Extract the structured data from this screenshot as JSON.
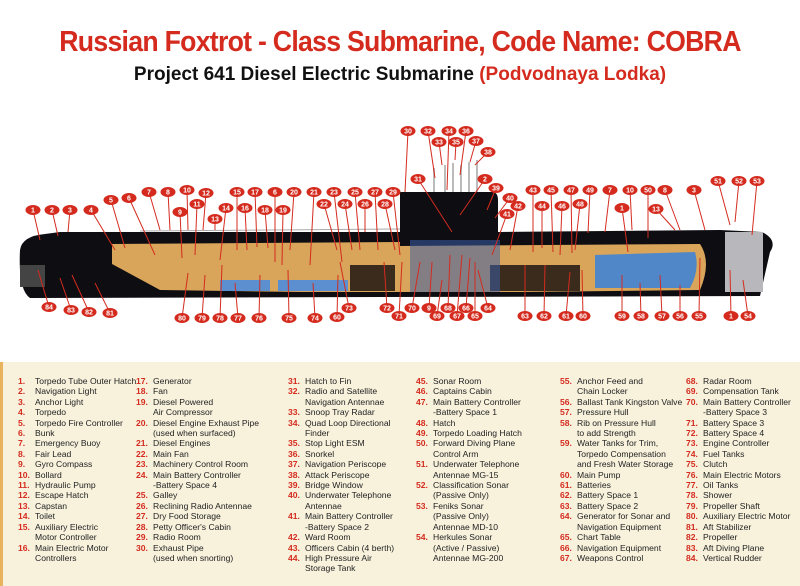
{
  "title": "Russian Foxtrot - Class Submarine, Code Name: COBRA",
  "subtitle": {
    "main": "Project 641 Diesel Electric Submarine",
    "accent": "(Podvodnaya Lodka)"
  },
  "colors": {
    "title": "#d42b1e",
    "callout": "#d42b1e",
    "hull": "#0d0d12",
    "interior": "#d9a55a",
    "water_tanks": "#5b8fd0",
    "legend_bg": "#f8f2dd"
  },
  "callouts_top": [
    "1",
    "2",
    "3",
    "4",
    "5",
    "6",
    "7",
    "8",
    "9",
    "10",
    "11",
    "12",
    "13",
    "14",
    "15",
    "16",
    "17",
    "18",
    "6",
    "19",
    "20",
    "21",
    "22",
    "23",
    "24",
    "25",
    "26",
    "27",
    "28",
    "29",
    "30",
    "32",
    "34",
    "36",
    "33",
    "35",
    "37",
    "38",
    "31",
    "2",
    "39",
    "40",
    "41",
    "42",
    "43",
    "44",
    "45",
    "46",
    "47",
    "48",
    "49",
    "7",
    "1",
    "10",
    "50",
    "13",
    "8",
    "3",
    "51",
    "52",
    "53"
  ],
  "callouts_bottom": [
    "84",
    "83",
    "82",
    "81",
    "80",
    "79",
    "78",
    "77",
    "76",
    "75",
    "74",
    "60",
    "73",
    "72",
    "71",
    "70",
    "9",
    "69",
    "68",
    "67",
    "66",
    "65",
    "64",
    "63",
    "62",
    "61",
    "60",
    "59",
    "58",
    "57",
    "56",
    "55",
    "1",
    "54"
  ],
  "legend": [
    [
      {
        "n": "1.",
        "t": "Torpedo Tube Outer Hatch"
      },
      {
        "n": "2.",
        "t": "Navigation Light"
      },
      {
        "n": "3.",
        "t": "Anchor Light"
      },
      {
        "n": "4.",
        "t": "Torpedo"
      },
      {
        "n": "5.",
        "t": "Torpedo Fire Controller"
      },
      {
        "n": "6.",
        "t": "Bunk"
      },
      {
        "n": "7.",
        "t": "Emergency Buoy"
      },
      {
        "n": "8.",
        "t": "Fair Lead"
      },
      {
        "n": "9.",
        "t": "Gyro Compass"
      },
      {
        "n": "10.",
        "t": "Bollard"
      },
      {
        "n": "11.",
        "t": "Hydraulic Pump"
      },
      {
        "n": "12.",
        "t": "Escape Hatch"
      },
      {
        "n": "13.",
        "t": "Capstan"
      },
      {
        "n": "14.",
        "t": "Toilet"
      },
      {
        "n": "15.",
        "t": "Auxiliary Electric\nMotor Controller"
      },
      {
        "n": "16.",
        "t": "Main Electric Motor\nControllers"
      }
    ],
    [
      {
        "n": "17.",
        "t": "Generator"
      },
      {
        "n": "18.",
        "t": "Fan"
      },
      {
        "n": "19.",
        "t": "Diesel Powered\nAir Compressor"
      },
      {
        "n": "20.",
        "t": "Diesel Engine Exhaust Pipe\n(used when surfaced)"
      },
      {
        "n": "21.",
        "t": "Diesel Engines"
      },
      {
        "n": "22.",
        "t": "Main Fan"
      },
      {
        "n": "23.",
        "t": "Machinery Control Room"
      },
      {
        "n": "24.",
        "t": "Main Battery Controller\n-Battery Space 4"
      },
      {
        "n": "25.",
        "t": "Galley"
      },
      {
        "n": "26.",
        "t": "Reclining Radio Antennae"
      },
      {
        "n": "27.",
        "t": "Dry Food Storage"
      },
      {
        "n": "28.",
        "t": "Petty Officer's Cabin"
      },
      {
        "n": "29.",
        "t": "Radio Room"
      },
      {
        "n": "30.",
        "t": "Exhaust Pipe\n(used when snorting)"
      }
    ],
    [
      {
        "n": "31.",
        "t": "Hatch to Fin"
      },
      {
        "n": "32.",
        "t": "Radio and Satellite\nNavigation Antennae"
      },
      {
        "n": "33.",
        "t": "Snoop Tray Radar"
      },
      {
        "n": "34.",
        "t": "Quad Loop Directional\nFinder"
      },
      {
        "n": "35.",
        "t": "Stop Light ESM"
      },
      {
        "n": "36.",
        "t": "Snorkel"
      },
      {
        "n": "37.",
        "t": "Navigation Periscope"
      },
      {
        "n": "38.",
        "t": "Attack Periscope"
      },
      {
        "n": "39.",
        "t": "Bridge Window"
      },
      {
        "n": "40.",
        "t": "Underwater Telephone\nAntennae"
      },
      {
        "n": "41.",
        "t": "Main Battery Controller\n-Battery Space 2"
      },
      {
        "n": "42.",
        "t": "Ward Room"
      },
      {
        "n": "43.",
        "t": "Officers Cabin (4 berth)"
      },
      {
        "n": "44.",
        "t": "High Pressure Air\nStorage Tank"
      }
    ],
    [
      {
        "n": "45.",
        "t": "Sonar Room"
      },
      {
        "n": "46.",
        "t": "Captains Cabin"
      },
      {
        "n": "47.",
        "t": "Main Battery Controller\n-Battery Space 1"
      },
      {
        "n": "48.",
        "t": "Hatch"
      },
      {
        "n": "49.",
        "t": "Torpedo Loading Hatch"
      },
      {
        "n": "50.",
        "t": "Forward Diving Plane\nControl Arm"
      },
      {
        "n": "51.",
        "t": "Underwater Telephone\nAntennae MG-15"
      },
      {
        "n": "52.",
        "t": "Classification Sonar\n(Passive Only)"
      },
      {
        "n": "53.",
        "t": "Feniks Sonar\n(Passive Only)\nAntennae MD-10"
      },
      {
        "n": "54.",
        "t": "Herkules Sonar\n(Active / Passive)\nAntennae MG-200"
      }
    ],
    [
      {
        "n": "55.",
        "t": "Anchor Feed and\nChain Locker"
      },
      {
        "n": "56.",
        "t": "Ballast Tank Kingston Valve"
      },
      {
        "n": "57.",
        "t": "Pressure Hull"
      },
      {
        "n": "58.",
        "t": "Rib on Pressure Hull\nto add Strength"
      },
      {
        "n": "59.",
        "t": "Water Tanks for Trim,\nTorpedo Compensation\nand Fresh Water Storage"
      },
      {
        "n": "60.",
        "t": "Main Pump"
      },
      {
        "n": "61.",
        "t": "Batteries"
      },
      {
        "n": "62.",
        "t": "Battery Space 1"
      },
      {
        "n": "63.",
        "t": "Battery Space 2"
      },
      {
        "n": "64.",
        "t": "Generator for Sonar and\nNavigation Equipment"
      },
      {
        "n": "65.",
        "t": "Chart Table"
      },
      {
        "n": "66.",
        "t": "Navigation Equipment"
      },
      {
        "n": "67.",
        "t": "Weapons Control"
      }
    ],
    [
      {
        "n": "68.",
        "t": "Radar Room"
      },
      {
        "n": "69.",
        "t": "Compensation Tank"
      },
      {
        "n": "70.",
        "t": "Main Battery Controller\n-Battery Space 3"
      },
      {
        "n": "71.",
        "t": "Battery Space 3"
      },
      {
        "n": "72.",
        "t": "Battery Space 4"
      },
      {
        "n": "73.",
        "t": "Engine Controller"
      },
      {
        "n": "74.",
        "t": "Fuel Tanks"
      },
      {
        "n": "75.",
        "t": "Clutch"
      },
      {
        "n": "76.",
        "t": "Main Electric Motors"
      },
      {
        "n": "77.",
        "t": "Oil Tanks"
      },
      {
        "n": "78.",
        "t": "Shower"
      },
      {
        "n": "79.",
        "t": "Propeller Shaft"
      },
      {
        "n": "80.",
        "t": "Auxiliary Electric Motor"
      },
      {
        "n": "81.",
        "t": "Aft Stabilizer"
      },
      {
        "n": "82.",
        "t": "Propeller"
      },
      {
        "n": "83.",
        "t": "Aft Diving Plane"
      },
      {
        "n": "84.",
        "t": "Vertical Rudder"
      }
    ]
  ]
}
